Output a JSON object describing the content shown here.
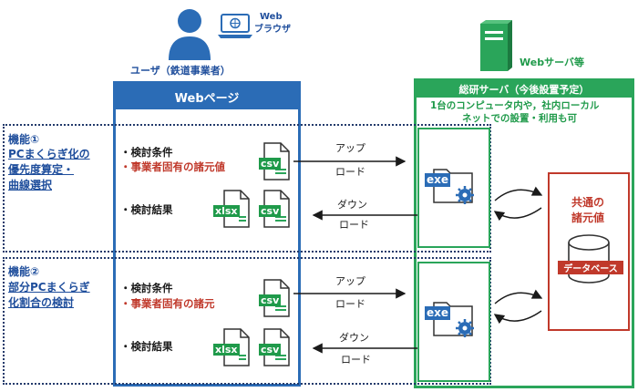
{
  "user": {
    "label": "ユーザ（鉄道事業者）"
  },
  "browser": {
    "line1": "Web",
    "line2": "ブラウザ"
  },
  "webpage": {
    "title": "Webページ"
  },
  "server": {
    "label": "Webサーバ等",
    "title": "総研サーバ（今後設置予定）",
    "note_line1": "1台のコンピュータ内や，社内ローカル",
    "note_line2": "ネットでの設置・利用も可"
  },
  "function1": {
    "line1": "機能①",
    "line2": "PCまくらぎ化の",
    "line3": "優先度算定・",
    "line4": "曲線選択"
  },
  "function2": {
    "line1": "機能②",
    "line2": "部分PCまくらぎ",
    "line3": "化割合の検討"
  },
  "section1": {
    "conditions": "・検討条件",
    "specs": "・事業者固有の諸元値",
    "results": "・検討結果"
  },
  "section2": {
    "conditions": "・検討条件",
    "specs": "・事業者固有の諸元",
    "results": "・検討結果"
  },
  "arrows": {
    "upload_line1": "アップ",
    "upload_line2": "ロード",
    "download_line1": "ダウン",
    "download_line2": "ロード"
  },
  "file_badges": {
    "csv": "csv",
    "xlsx": "xlsx",
    "exe": "exe"
  },
  "shared": {
    "line1": "共通の",
    "line2": "諸元値",
    "db": "データベース"
  },
  "colors": {
    "blue": "#2b6cb6",
    "green": "#2aa55a",
    "red": "#c0392b",
    "navy": "#233a6b"
  }
}
